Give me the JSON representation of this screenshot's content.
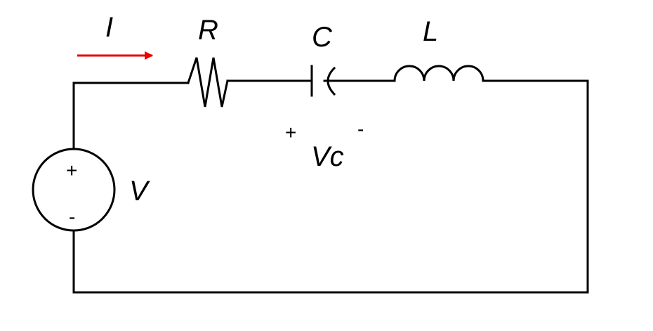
{
  "labels": {
    "current": "I",
    "resistor": "R",
    "capacitor": "C",
    "inductor": "L",
    "source": "V",
    "capacitor_voltage": "Vc"
  },
  "signs": {
    "source_plus": "+",
    "source_minus": "-",
    "vc_plus": "+",
    "vc_minus": "-"
  },
  "colors": {
    "wire": "#000000",
    "current_arrow": "#e60000"
  }
}
